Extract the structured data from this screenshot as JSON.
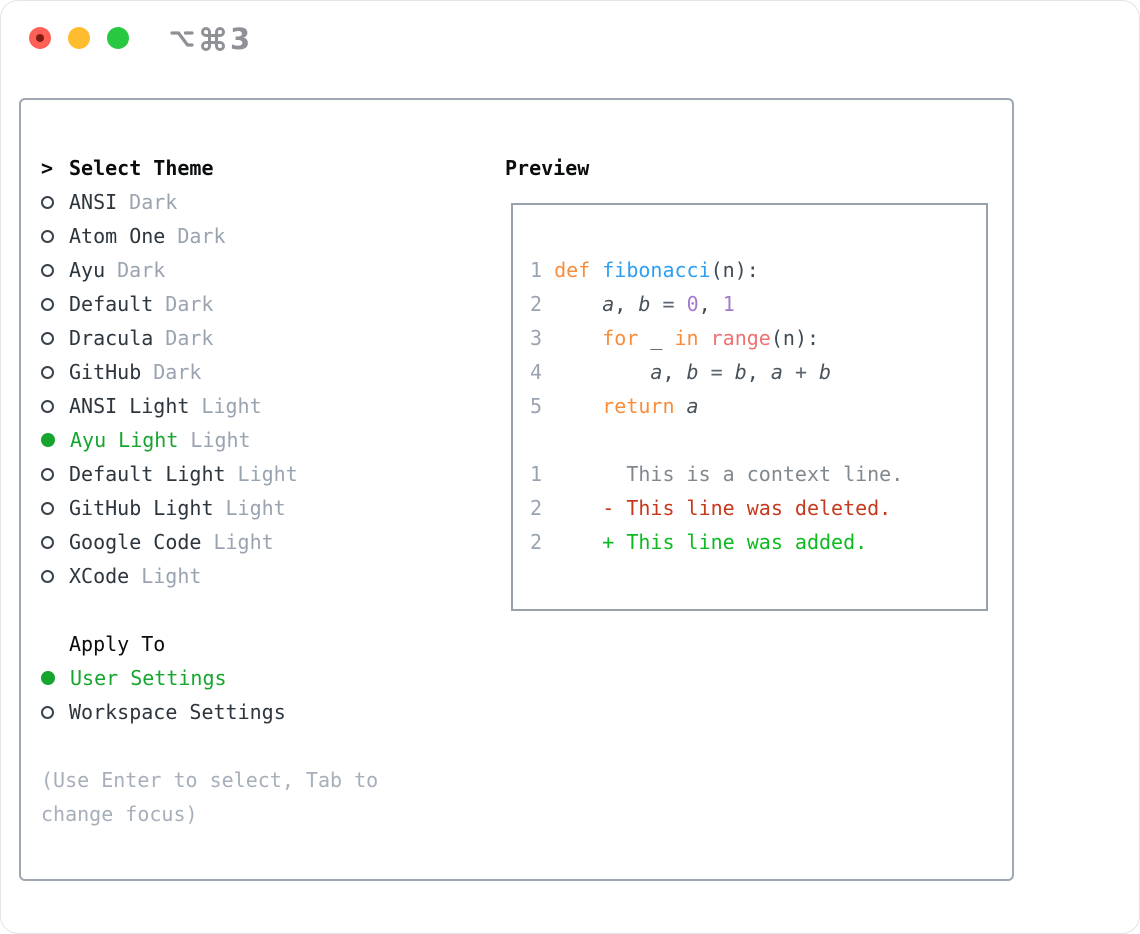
{
  "palette": {
    "headerBlack": "#0a0c0e",
    "itemName": "#2d353d",
    "variantTag": "#9aa4b0",
    "selectedGreen": "#16a52f",
    "helpGray": "#a7afba",
    "lineNumber": "#9aa4b0",
    "plain": "#3f4a54",
    "keyword": "#f88d3c",
    "function": "#2e9ff2",
    "call": "#f07171",
    "number": "#a37acc",
    "variable": "#4a525a",
    "operator": "#5b6670",
    "context": "#81898f",
    "deleted": "#c5391d",
    "added": "#0dbb21",
    "panelBorder": "#9ea7b2",
    "titlebarGray": "#8f9196",
    "trafficRed": "#ff5f57",
    "trafficYellow": "#febc2e",
    "trafficGreen": "#28c840"
  },
  "titlebar": {
    "shortcut": {
      "option_symbol": "option-key",
      "command_symbol": "command-key",
      "digit": "3"
    }
  },
  "theme_selector": {
    "prompt": ">",
    "title": "Select Theme",
    "items": [
      {
        "name": "ANSI",
        "variant": "Dark",
        "selected": false
      },
      {
        "name": "Atom One",
        "variant": "Dark",
        "selected": false
      },
      {
        "name": "Ayu",
        "variant": "Dark",
        "selected": false
      },
      {
        "name": "Default",
        "variant": "Dark",
        "selected": false
      },
      {
        "name": "Dracula",
        "variant": "Dark",
        "selected": false
      },
      {
        "name": "GitHub",
        "variant": "Dark",
        "selected": false
      },
      {
        "name": "ANSI Light",
        "variant": "Light",
        "selected": false
      },
      {
        "name": "Ayu Light",
        "variant": "Light",
        "selected": true
      },
      {
        "name": "Default Light",
        "variant": "Light",
        "selected": false
      },
      {
        "name": "GitHub Light",
        "variant": "Light",
        "selected": false
      },
      {
        "name": "Google Code",
        "variant": "Light",
        "selected": false
      },
      {
        "name": "XCode",
        "variant": "Light",
        "selected": false
      }
    ]
  },
  "apply_to": {
    "title": "Apply To",
    "options": [
      {
        "name": "User Settings",
        "selected": true
      },
      {
        "name": "Workspace Settings",
        "selected": false
      }
    ]
  },
  "help_text": "(Use Enter to select, Tab to change focus)",
  "preview": {
    "title": "Preview",
    "lines": [
      {
        "num": "1",
        "segments": [
          {
            "t": "def ",
            "c": "keyword"
          },
          {
            "t": "fibonacci",
            "c": "function"
          },
          {
            "t": "(n):",
            "c": "plain"
          }
        ]
      },
      {
        "num": "2",
        "segments": [
          {
            "t": "    ",
            "c": "plain"
          },
          {
            "t": "a",
            "c": "variable",
            "i": true
          },
          {
            "t": ", ",
            "c": "plain"
          },
          {
            "t": "b",
            "c": "variable",
            "i": true
          },
          {
            "t": " = ",
            "c": "operator"
          },
          {
            "t": "0",
            "c": "number"
          },
          {
            "t": ", ",
            "c": "plain"
          },
          {
            "t": "1",
            "c": "number"
          }
        ]
      },
      {
        "num": "3",
        "segments": [
          {
            "t": "    ",
            "c": "plain"
          },
          {
            "t": "for ",
            "c": "keyword"
          },
          {
            "t": "_ ",
            "c": "plain"
          },
          {
            "t": "in ",
            "c": "keyword"
          },
          {
            "t": "range",
            "c": "call"
          },
          {
            "t": "(n):",
            "c": "plain"
          }
        ]
      },
      {
        "num": "4",
        "segments": [
          {
            "t": "        ",
            "c": "plain"
          },
          {
            "t": "a",
            "c": "variable",
            "i": true
          },
          {
            "t": ", ",
            "c": "plain"
          },
          {
            "t": "b",
            "c": "variable",
            "i": true
          },
          {
            "t": " = ",
            "c": "operator"
          },
          {
            "t": "b",
            "c": "variable",
            "i": true
          },
          {
            "t": ", ",
            "c": "plain"
          },
          {
            "t": "a",
            "c": "variable",
            "i": true
          },
          {
            "t": " + ",
            "c": "operator"
          },
          {
            "t": "b",
            "c": "variable",
            "i": true
          }
        ]
      },
      {
        "num": "5",
        "segments": [
          {
            "t": "    ",
            "c": "plain"
          },
          {
            "t": "return ",
            "c": "keyword"
          },
          {
            "t": "a",
            "c": "variable",
            "i": true
          }
        ]
      },
      {
        "num": "",
        "segments": []
      },
      {
        "num": "1",
        "segments": [
          {
            "t": "      This is a context line.",
            "c": "context"
          }
        ]
      },
      {
        "num": "2",
        "segments": [
          {
            "t": "    - This line was deleted.",
            "c": "deleted"
          }
        ]
      },
      {
        "num": "2",
        "segments": [
          {
            "t": "    + This line was added.",
            "c": "added"
          }
        ]
      }
    ]
  }
}
